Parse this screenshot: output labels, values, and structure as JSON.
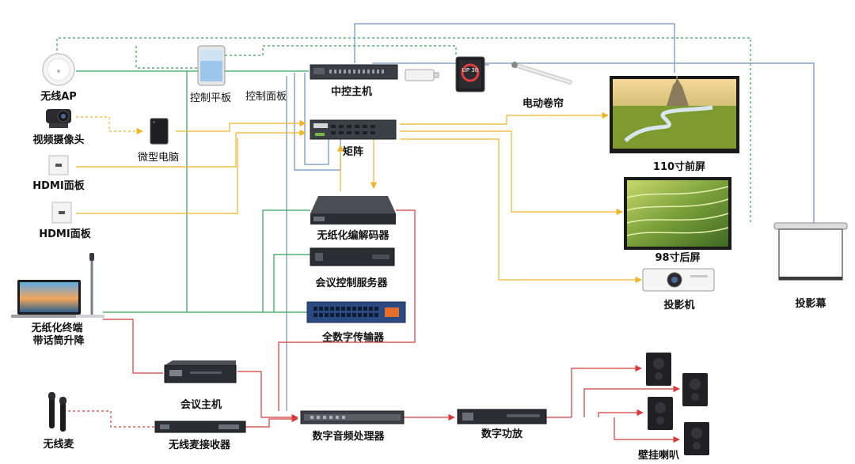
{
  "labels": {
    "wireless_ap": "无线AP",
    "control_tablet": "控制平板",
    "control_panel": "控制面板",
    "central_host": "中控主机",
    "motor_curtain": "电动卷帘",
    "video_camera": "视频摄像头",
    "mini_pc": "微型电脑",
    "matrix": "矩阵",
    "hdmi_panel_1": "HDMI面板",
    "hdmi_panel_2": "HDMI面板",
    "front_screen": "110寸前屏",
    "rear_screen": "98寸后屏",
    "projector": "投影机",
    "projection_screen": "投影幕",
    "paperless_codec": "无纸化编解码器",
    "conf_server": "会议控制服务器",
    "paperless_terminal": "无纸化终端",
    "mic_lift": "带话筒升降",
    "digital_transmitter": "全数字传输器",
    "conf_host": "会议主机",
    "wireless_mic": "无线麦",
    "wireless_receiver": "无线麦接收器",
    "audio_processor": "数字音频处理器",
    "amplifier": "数字功放",
    "wall_speaker": "壁挂喇叭"
  },
  "panel_display": "UP 30",
  "colors": {
    "control_line": "#6f8fc0",
    "network_line": "#35a05a",
    "video_line": "#f0b429",
    "audio_line": "#d83a3a"
  }
}
